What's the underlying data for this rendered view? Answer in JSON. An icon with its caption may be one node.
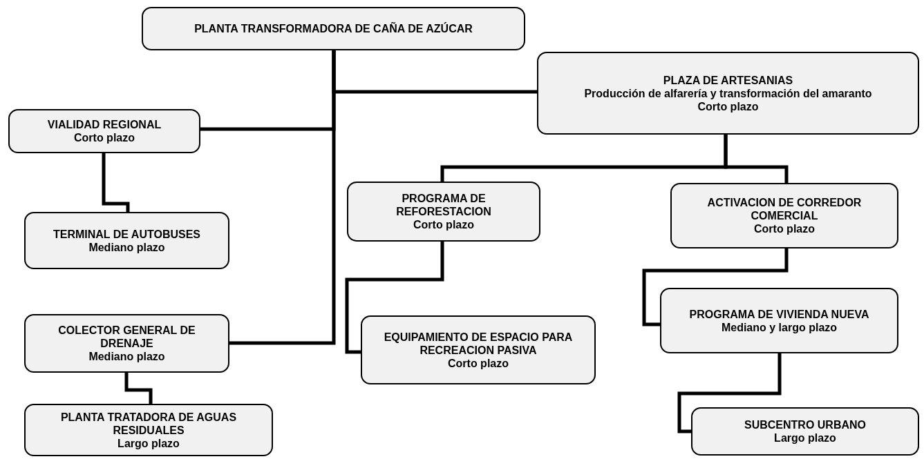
{
  "diagram": {
    "nodes": [
      {
        "text": [
          "PLANTA TRANSFORMADORA DE  CAÑA DE AZÚCAR"
        ]
      },
      {
        "text": [
          "PLAZA DE ARTESANIAS",
          "Producción de alfarería y transformación del amaranto",
          "Corto plazo"
        ]
      },
      {
        "text": [
          "VIALIDAD REGIONAL",
          "Corto plazo"
        ]
      },
      {
        "text": [
          "TERMINAL DE AUTOBUSES",
          "Mediano plazo"
        ]
      },
      {
        "text": [
          "PROGRAMA DE REFORESTACION",
          "Corto plazo"
        ]
      },
      {
        "text": [
          "ACTIVACION DE CORREDOR COMERCIAL",
          "Corto plazo"
        ]
      },
      {
        "text": [
          "COLECTOR GENERAL DE DRENAJE",
          "Mediano plazo"
        ]
      },
      {
        "text": [
          "EQUIPAMIENTO DE ESPACIO PARA  RECREACION PASIVA",
          "Corto plazo"
        ]
      },
      {
        "text": [
          "PROGRAMA DE VIVIENDA NUEVA",
          "Mediano y largo plazo"
        ]
      },
      {
        "text": [
          "PLANTA TRATADORA DE AGUAS RESIDUALES",
          "Largo plazo"
        ]
      },
      {
        "text": [
          "SUBCENTRO URBANO",
          "Largo plazo"
        ]
      }
    ],
    "edges": [
      {
        "from": 0,
        "to": 1,
        "arrow": "none"
      },
      {
        "from": 0,
        "to": 2,
        "arrow": "none"
      },
      {
        "from": 0,
        "to": 6,
        "arrow": "none"
      },
      {
        "from": 2,
        "to": 3,
        "arrow": "none"
      },
      {
        "from": 1,
        "to": 4,
        "arrow": "none"
      },
      {
        "from": 1,
        "to": 5,
        "arrow": "none"
      },
      {
        "from": 4,
        "to": 7,
        "arrow": "none"
      },
      {
        "from": 5,
        "to": 8,
        "arrow": "none"
      },
      {
        "from": 6,
        "to": 9,
        "arrow": "none"
      },
      {
        "from": 8,
        "to": 10,
        "arrow": "none"
      }
    ]
  }
}
